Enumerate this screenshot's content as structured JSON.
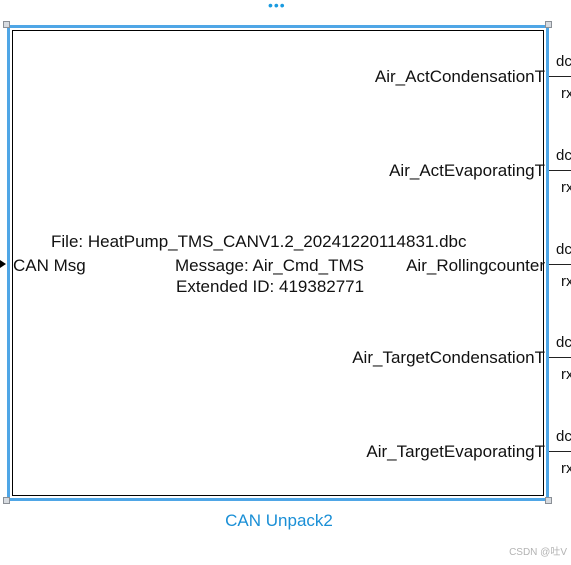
{
  "block": {
    "file_text": "File: HeatPump_TMS_CANV1.2_20241220114831.dbc",
    "message_text": "Message: Air_Cmd_TMS",
    "extended_id_text": "Extended ID: 419382771",
    "input_port": "CAN Msg",
    "output_ports": [
      "Air_ActCondensationT",
      "Air_ActEvaporatingT",
      "Air_Rollingcounter",
      "Air_TargetCondensationT",
      "Air_TargetEvaporatingT"
    ],
    "port_suffix_top": "dc",
    "port_suffix_bottom": "rx",
    "caption": "CAN Unpack2",
    "more_icon": "•••"
  },
  "watermark": "CSDN @吐V",
  "colors": {
    "selection": "#4fa6e6",
    "caption": "#1a8fd6"
  }
}
